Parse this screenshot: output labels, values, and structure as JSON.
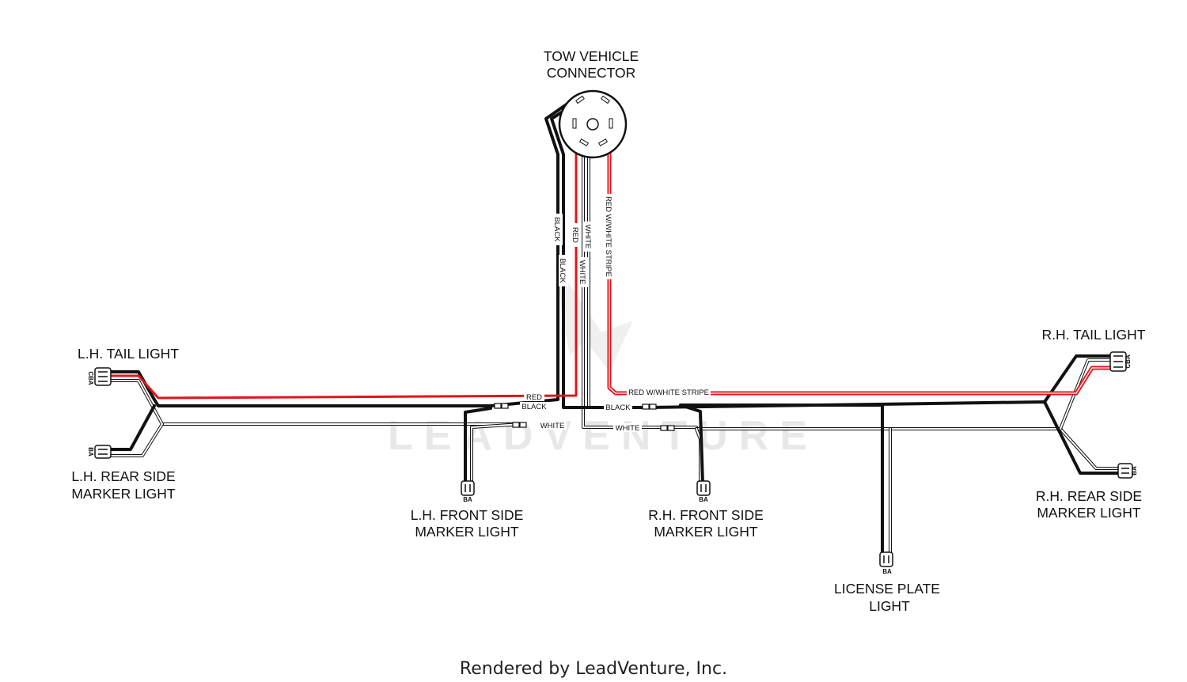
{
  "diagram": {
    "labels": {
      "tow_vehicle_connector": [
        "TOW VEHICLE",
        "CONNECTOR"
      ],
      "lh_tail_light": "L.H. TAIL LIGHT",
      "lh_rear_side_marker": [
        "L.H. REAR SIDE",
        "MARKER LIGHT"
      ],
      "lh_front_side_marker": [
        "L.H. FRONT SIDE",
        "MARKER LIGHT"
      ],
      "rh_front_side_marker": [
        "R.H. FRONT SIDE",
        "MARKER LIGHT"
      ],
      "rh_tail_light": "R.H. TAIL LIGHT",
      "rh_rear_side_marker": [
        "R.H. REAR SIDE",
        "MARKER LIGHT"
      ],
      "license_plate_light": [
        "LICENSE PLATE",
        "LIGHT"
      ]
    },
    "wire_labels": {
      "black": "BLACK",
      "red": "RED",
      "white": "WHITE",
      "red_white_stripe": "RED W/WHITE STRIPE"
    },
    "pin_labels": {
      "cba": "CBA",
      "ba": "BA"
    },
    "wire_colors": {
      "black": "#111111",
      "red": "#e0151b",
      "white": "#ffffff"
    }
  },
  "watermark": "LEADVENTURE",
  "footer": "Rendered by LeadVenture, Inc."
}
